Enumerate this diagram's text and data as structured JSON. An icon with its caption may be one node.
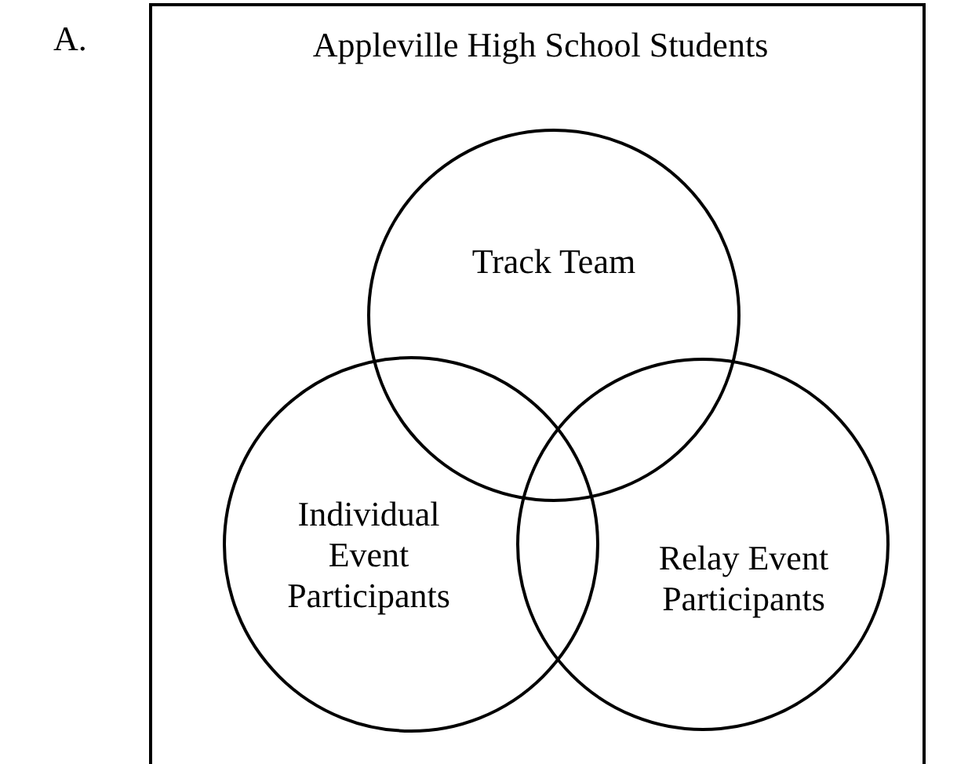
{
  "diagram": {
    "nodes": [
      {
        "text": [
          "Appleville High School Students"
        ]
      },
      {
        "text": [
          "Track Team"
        ],
        "in": 0
      },
      {
        "text": [
          "Individual Event Participants"
        ],
        "in": 0
      },
      {
        "text": [
          "Relay Event Participants"
        ],
        "in": 0
      }
    ],
    "labels": [
      "A."
    ]
  }
}
